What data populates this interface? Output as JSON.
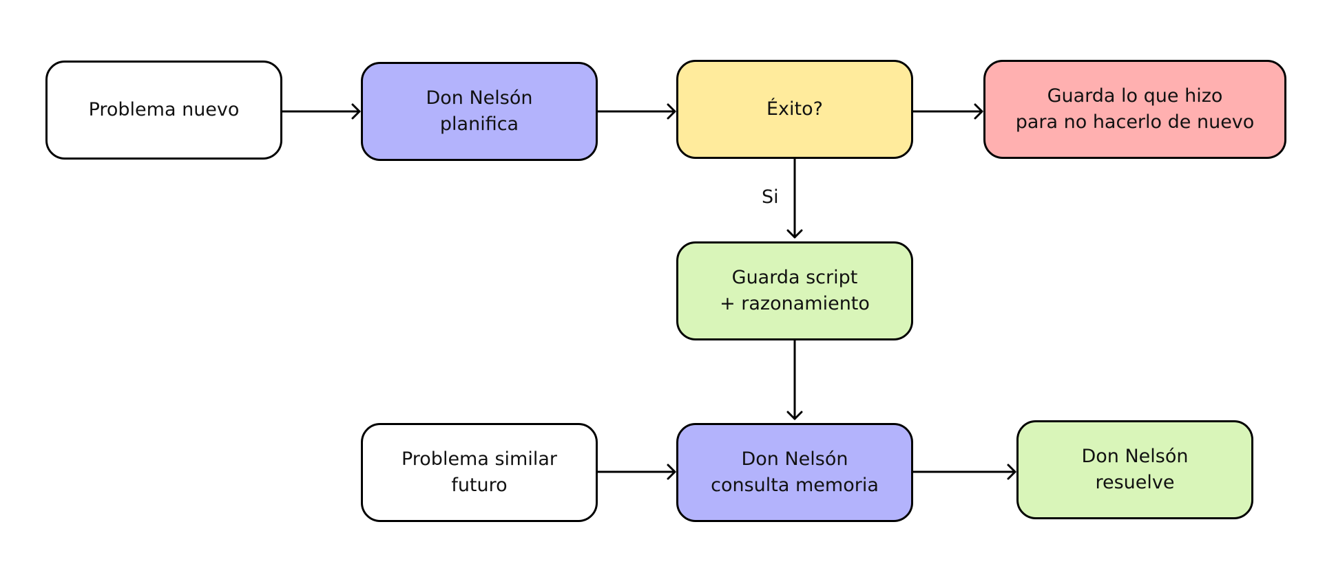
{
  "diagram": {
    "nodes": {
      "problema_nuevo": {
        "label": "Problema nuevo",
        "fill": "#ffffff"
      },
      "planifica": {
        "label": "Don Nelsón\nplanifica",
        "fill": "#b3b3fc"
      },
      "exito": {
        "label": "Éxito?",
        "fill": "#ffeb9c"
      },
      "guarda_fallo": {
        "label": "Guarda lo que hizo\npara no hacerlo de nuevo",
        "fill": "#ffb0b0"
      },
      "guarda_script": {
        "label": "Guarda script\n+ razonamiento",
        "fill": "#d9f5b9"
      },
      "problema_similar": {
        "label": "Problema similar\nfuturo",
        "fill": "#ffffff"
      },
      "consulta": {
        "label": "Don Nelsón\nconsulta memoria",
        "fill": "#b3b3fc"
      },
      "resuelve": {
        "label": "Don Nelsón\nresuelve",
        "fill": "#d9f5b9"
      }
    },
    "edges": [
      {
        "from": "problema_nuevo",
        "to": "planifica",
        "label": ""
      },
      {
        "from": "planifica",
        "to": "exito",
        "label": ""
      },
      {
        "from": "exito",
        "to": "guarda_fallo",
        "label": ""
      },
      {
        "from": "exito",
        "to": "guarda_script",
        "label": "Si"
      },
      {
        "from": "guarda_script",
        "to": "consulta",
        "label": ""
      },
      {
        "from": "problema_similar",
        "to": "consulta",
        "label": ""
      },
      {
        "from": "consulta",
        "to": "resuelve",
        "label": ""
      }
    ],
    "edge_labels": {
      "si": "Si"
    },
    "colors": {
      "stroke": "#000000",
      "text": "#111111",
      "background": "#ffffff"
    }
  }
}
